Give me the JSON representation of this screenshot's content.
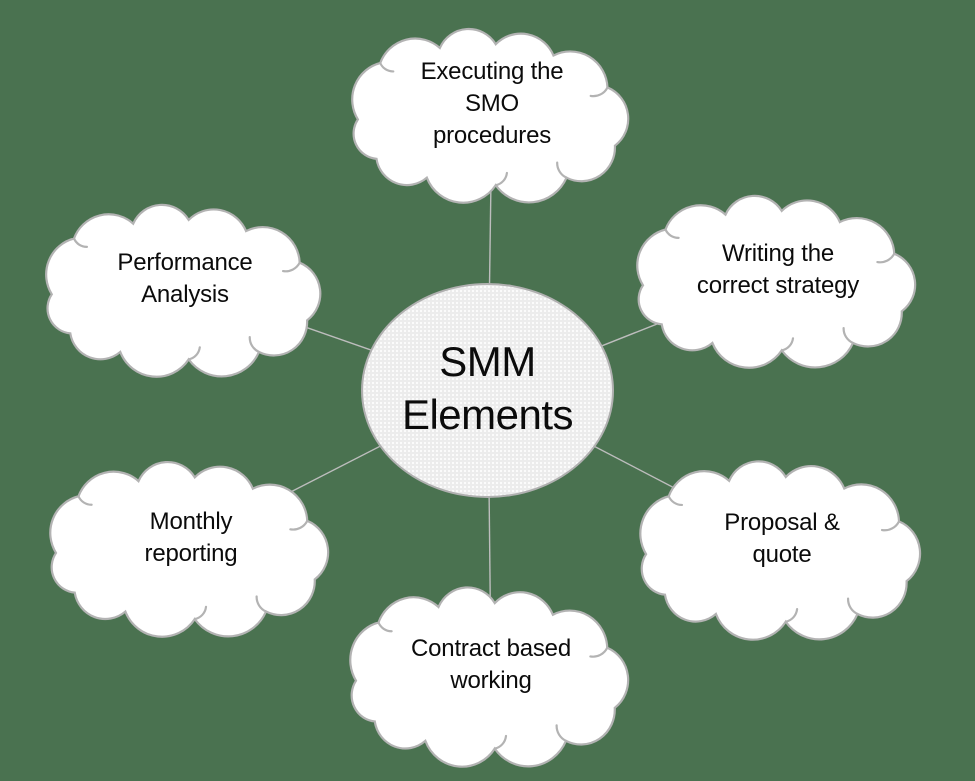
{
  "colors": {
    "background": "#4a7250",
    "cloud_fill": "#ffffff",
    "cloud_border": "#b3b3b3",
    "connector": "#bdbdbd",
    "ellipse_fill": "#ececec",
    "ellipse_border": "#b0b0b0",
    "text": "#0b0b0b"
  },
  "center": {
    "label": "SMM\nElements"
  },
  "nodes": [
    {
      "id": "executing-smo-procedures",
      "position": "top",
      "label": "Executing the\nSMO\nprocedures"
    },
    {
      "id": "writing-correct-strategy",
      "position": "top-right",
      "label": "Writing the\ncorrect strategy"
    },
    {
      "id": "proposal-quote",
      "position": "bottom-right",
      "label": "Proposal &\nquote"
    },
    {
      "id": "contract-based-working",
      "position": "bottom",
      "label": "Contract based\nworking"
    },
    {
      "id": "monthly-reporting",
      "position": "bottom-left",
      "label": "Monthly\nreporting"
    },
    {
      "id": "performance-analysis",
      "position": "top-left",
      "label": "Performance\nAnalysis"
    }
  ]
}
